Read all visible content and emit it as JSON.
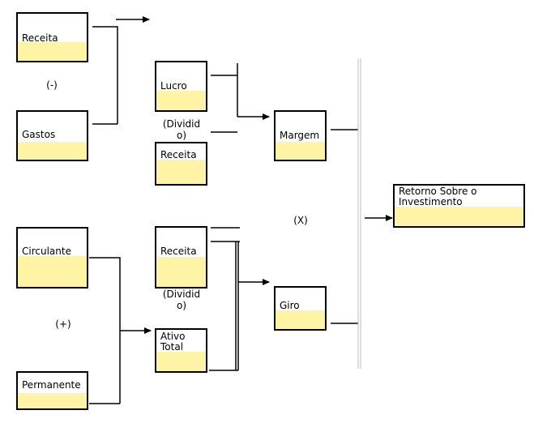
{
  "colors": {
    "fill": "#fff3a6",
    "line": "#000000",
    "separator": "#c8c8c8"
  },
  "boxes": {
    "receita_top": "Receita",
    "gastos": "Gastos",
    "lucro": "Lucro",
    "receita_mid": "Receita",
    "margem": "Margem",
    "circulante": "Circulante",
    "permanente": "Permanente",
    "receita_low": "Receita",
    "ativo_total": "Ativo\nTotal",
    "giro": "Giro",
    "roi": "Retorno Sobre o\nInvestimento"
  },
  "operators": {
    "minus": "(-)",
    "divide_top": "(Dividid\no)",
    "times": "(X)",
    "plus": "(+)",
    "divide_low": "(Dividid\no)"
  }
}
